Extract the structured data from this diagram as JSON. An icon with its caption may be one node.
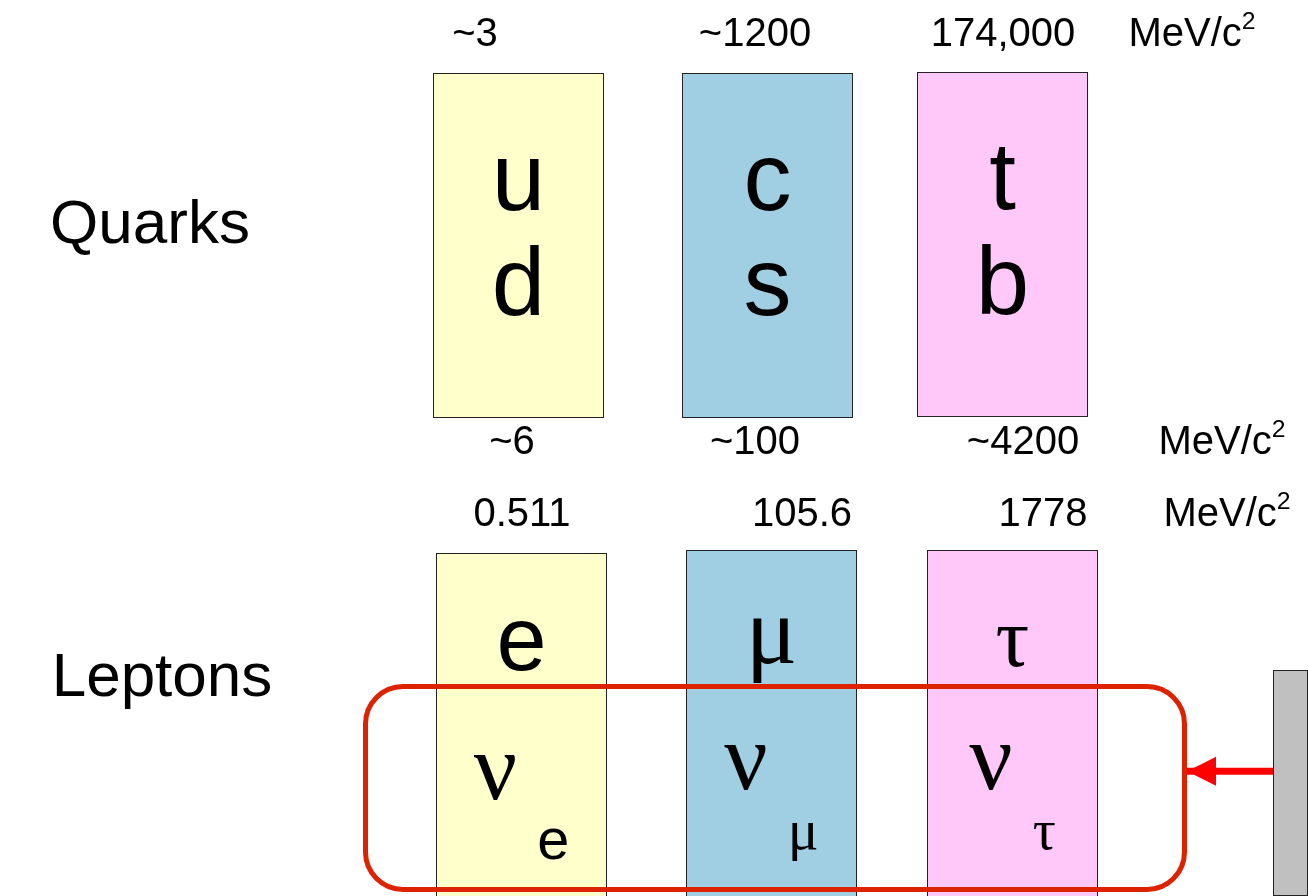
{
  "diagram": {
    "nodes": [
      {
        "text": [
          "u",
          "d"
        ],
        "beside": [
          "~3",
          "~6"
        ]
      },
      {
        "text": [
          "c",
          "s"
        ],
        "beside": [
          "~1200",
          "~100"
        ]
      },
      {
        "text": [
          "t",
          "b"
        ],
        "beside": [
          "174,000",
          "~4200"
        ]
      },
      {
        "text": [
          "e",
          "ν$_{e}$"
        ],
        "beside": [
          "0.511"
        ]
      },
      {
        "text": [
          "μ",
          "ν$_{μ}$"
        ],
        "beside": [
          "105.6"
        ]
      },
      {
        "text": [
          "τ",
          "ν$_{τ}$"
        ],
        "beside": [
          "1778"
        ]
      },
      {
        "text": [],
        "shape": "box"
      },
      {
        "text": [],
        "shape": "box"
      }
    ],
    "edges": [
      {
        "from": 7,
        "to": 6,
        "arrow": "to",
        "color": "#ff0000"
      }
    ],
    "labels": [
      "MeV/c$^{2}$",
      "Quarks",
      "MeV/c$^{2}$",
      "MeV/c$^{2}$",
      "Leptons"
    ]
  }
}
